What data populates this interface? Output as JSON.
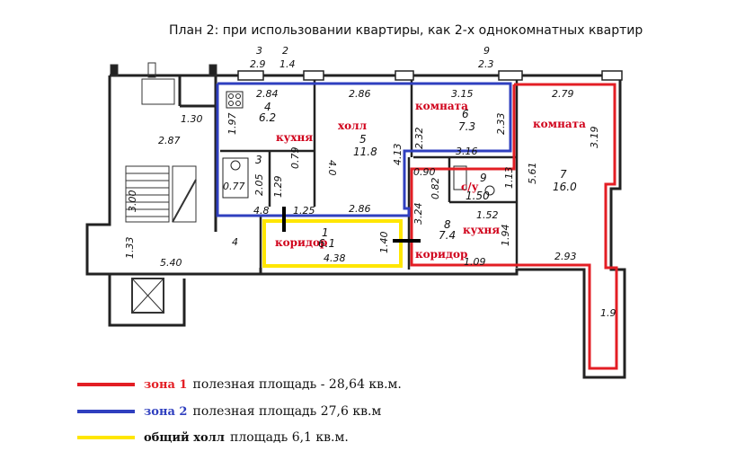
{
  "title": "План 2: при использовании квартиры, как 2-х однокомнатных квартир",
  "colors": {
    "zone1": "#e31e24",
    "zone2": "#2f3fbf",
    "common": "#ffe600",
    "walls": "#222222",
    "label": "#d0021b"
  },
  "top_dims": {
    "a_num": "3",
    "a_val": "2.9",
    "b_num": "2",
    "b_val": "1.4",
    "c_num": "9",
    "c_val": "2.3"
  },
  "rooms": {
    "stair_130": "1.30",
    "stair_287": "2.87",
    "stair_300": "3.00",
    "left_133": "1.33",
    "left_540": "5.40",
    "left_4": "4",
    "k2_w": "2.84",
    "k2_num": "4",
    "k2_area": "6.2",
    "k2_side": "1.97",
    "hall2_w": "2.86",
    "hall2_num": "5",
    "hall2_area": "11.8",
    "hall2_side": "4.0",
    "hall2_bottom": "2.86",
    "hall2_232": "2.32",
    "hall2_413": "4.13",
    "room2_w": "3.15",
    "room2_num": "6",
    "room2_area": "7.3",
    "room2_side": "2.33",
    "room2_bottom": "3.16",
    "bath2_num": "3",
    "bath2_205": "2.05",
    "bath2_077": "0.77",
    "bath2_079": "0.79",
    "bath2_129": "1.29",
    "bath2_125": "1.25",
    "bath2_48": "4.8",
    "hallc_num": "1",
    "hallc_area": "6.1",
    "hallc_w": "4.38",
    "hallc_side": "1.40",
    "room1_w": "2.79",
    "room1_num": "7",
    "room1_area": "16.0",
    "room1_side": "3.19",
    "room1_561": "5.61",
    "bath1_090": "0.90",
    "bath1_082": "0.82",
    "bath1_num": "9",
    "bath1_150": "1.50",
    "bath1_113": "1.13",
    "k1_152": "1.52",
    "k1_num": "8",
    "k1_area": "7.4",
    "k1_194": "1.94",
    "k1_324": "3.24",
    "k1_109": "1.09",
    "k1_293": "2.93",
    "balc_19": "1.9"
  },
  "labels": {
    "kitchen2": "кухня",
    "hall2": "холл",
    "room2": "комната",
    "room1": "комната",
    "bath1": "с/у",
    "kitchen1": "кухня",
    "corridor_common": "коридор",
    "corridor1": "коридор"
  },
  "legend": [
    {
      "name": "зона 1",
      "text": "полезная площадь - 28,64 кв.м."
    },
    {
      "name": "зона 2",
      "text": "полезная площадь 27,6 кв.м"
    },
    {
      "name": "общий холл",
      "text": "площадь 6,1 кв.м."
    }
  ]
}
